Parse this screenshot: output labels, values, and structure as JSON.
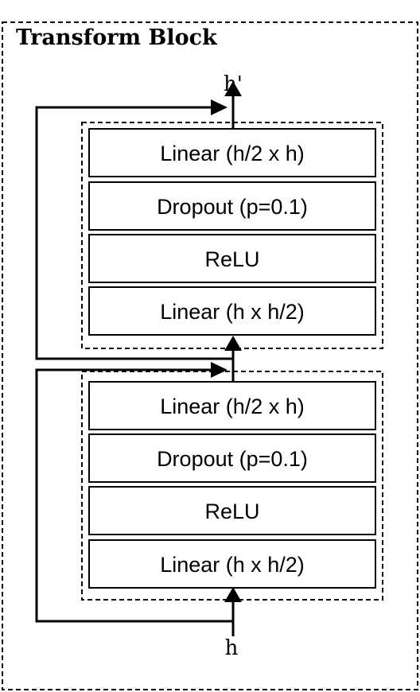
{
  "title": "Transform Block",
  "output_label": "h'",
  "input_label": "h",
  "upper_block": {
    "layers": [
      "Linear (h/2 x h)",
      "Dropout (p=0.1)",
      "ReLU",
      "Linear (h x h/2)"
    ]
  },
  "lower_block": {
    "layers": [
      "Linear (h/2 x h)",
      "Dropout (p=0.1)",
      "ReLU",
      "Linear (h x h/2)"
    ]
  }
}
